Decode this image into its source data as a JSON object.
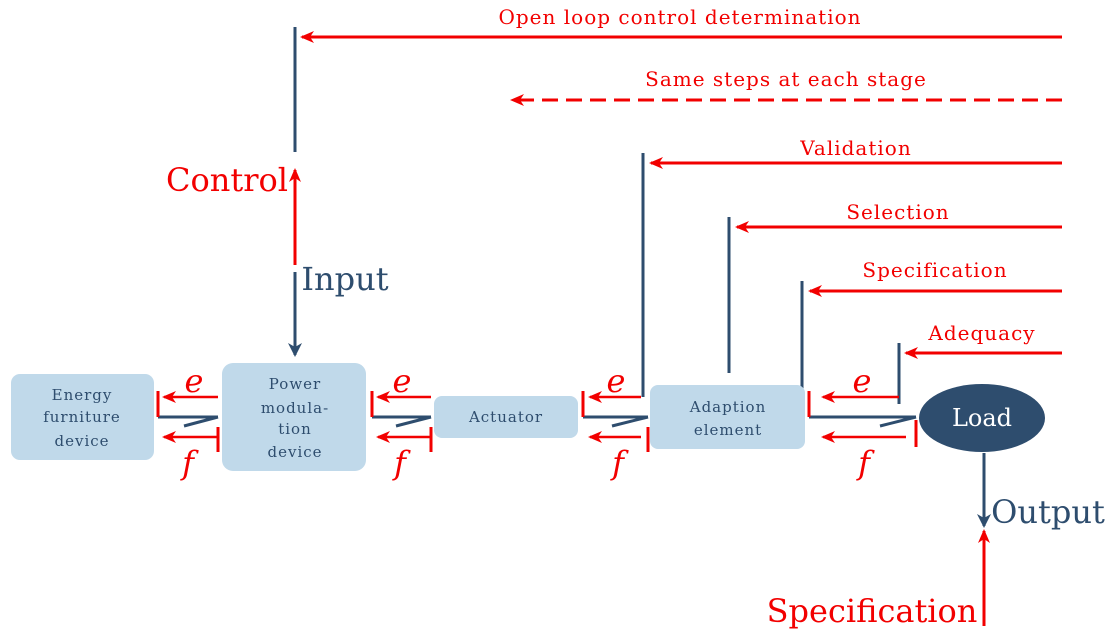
{
  "colors": {
    "red": "#f20000",
    "navy": "#2e4d6e",
    "block_fill": "#c0d9ea",
    "white": "#ffffff"
  },
  "blocks": {
    "energy": [
      "Energy",
      "furniture",
      "device"
    ],
    "power": [
      "Power",
      "modula-",
      "tion",
      "device"
    ],
    "actuator": [
      "Actuator"
    ],
    "adaption": [
      "Adaption",
      "element"
    ]
  },
  "load": "Load",
  "labels": {
    "open_loop": "Open loop control determination",
    "same_steps": "Same steps at each stage",
    "validation": "Validation",
    "selection": "Selection",
    "specification_top": "Specification",
    "adequacy": "Adequacy",
    "control": "Control",
    "input": "Input",
    "output": "Output",
    "specification_bottom": "Specification"
  },
  "port_effort": "e",
  "port_flow": "f"
}
